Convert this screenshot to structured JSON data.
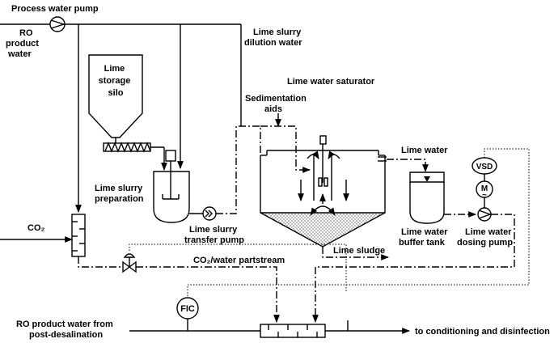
{
  "labels": {
    "process_water_pump": "Process water pump",
    "ro_product_water": [
      "RO",
      "product",
      "water"
    ],
    "lime_storage_silo": [
      "Lime",
      "storage",
      "silo"
    ],
    "lime_slurry_dilution_water": [
      "Lime slurry",
      "dilution water"
    ],
    "lime_water_saturator": "Lime water saturator",
    "sedimentation_aids": [
      "Sedimentation",
      "aids"
    ],
    "lime_slurry_preparation": [
      "Lime slurry",
      "preparation"
    ],
    "lime_water": "Lime water",
    "vsd": "VSD",
    "motor": "M",
    "motor_sub": "~",
    "co2": "CO₂",
    "lime_slurry_transfer_pump": [
      "Lime slurry",
      "transfer pump"
    ],
    "lime_sludge": "Lime sludge",
    "lime_water_buffer_tank": [
      "Lime water",
      "buffer tank"
    ],
    "lime_water_dosing_pump": [
      "Lime water",
      "dosing pump"
    ],
    "co2_water_partstream": "CO₂/water partstream",
    "fic": "FIC",
    "ro_product_water_from": [
      "RO product water from",
      "post-desalination"
    ],
    "to_conditioning": "to conditioning and disinfection"
  }
}
